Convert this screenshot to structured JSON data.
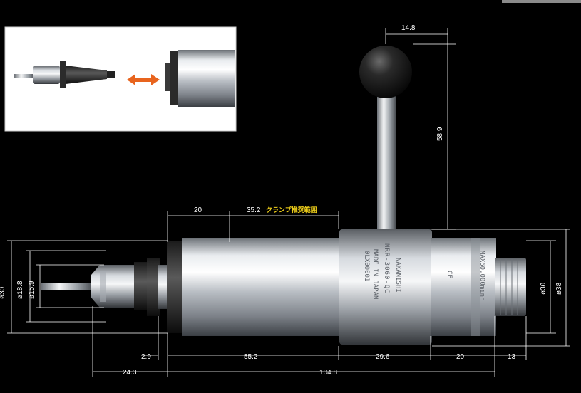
{
  "colors": {
    "background": "#000000",
    "dimension_text": "#ffffff",
    "japanese_note": "#f3d21a",
    "arrow": "#e8641e"
  },
  "icons": {
    "inset_arrow": "double-headed-arrow-icon",
    "ce_mark": "ce-mark-icon",
    "brand_logo": "nakanishi-logo-icon"
  },
  "dimensions": {
    "top_14_8": "14.8",
    "vert_58_9": "58.9",
    "len_20_a": "20",
    "len_35_2": "35.2",
    "clamp_note": "クランプ推奨範囲",
    "dia_30_h": "ø30",
    "dia_18_8": "ø18.8",
    "dia_15_9": "ø15.9",
    "dia_30": "ø30",
    "dia_38": "ø38",
    "len_2_9": "2.9",
    "len_55_2": "55.2",
    "len_29_6": "29.6",
    "len_20_b": "20",
    "len_13": "13",
    "len_24_3": "24.3",
    "len_104_8": "104.8"
  },
  "engraving": {
    "model": "NRR-3060-QC",
    "made_in": "MADE IN JAPAN",
    "serial": "0LX00001",
    "max_speed": "MAX60,000min⁻¹",
    "brand": "NAKANISHI",
    "ce": "CE"
  }
}
